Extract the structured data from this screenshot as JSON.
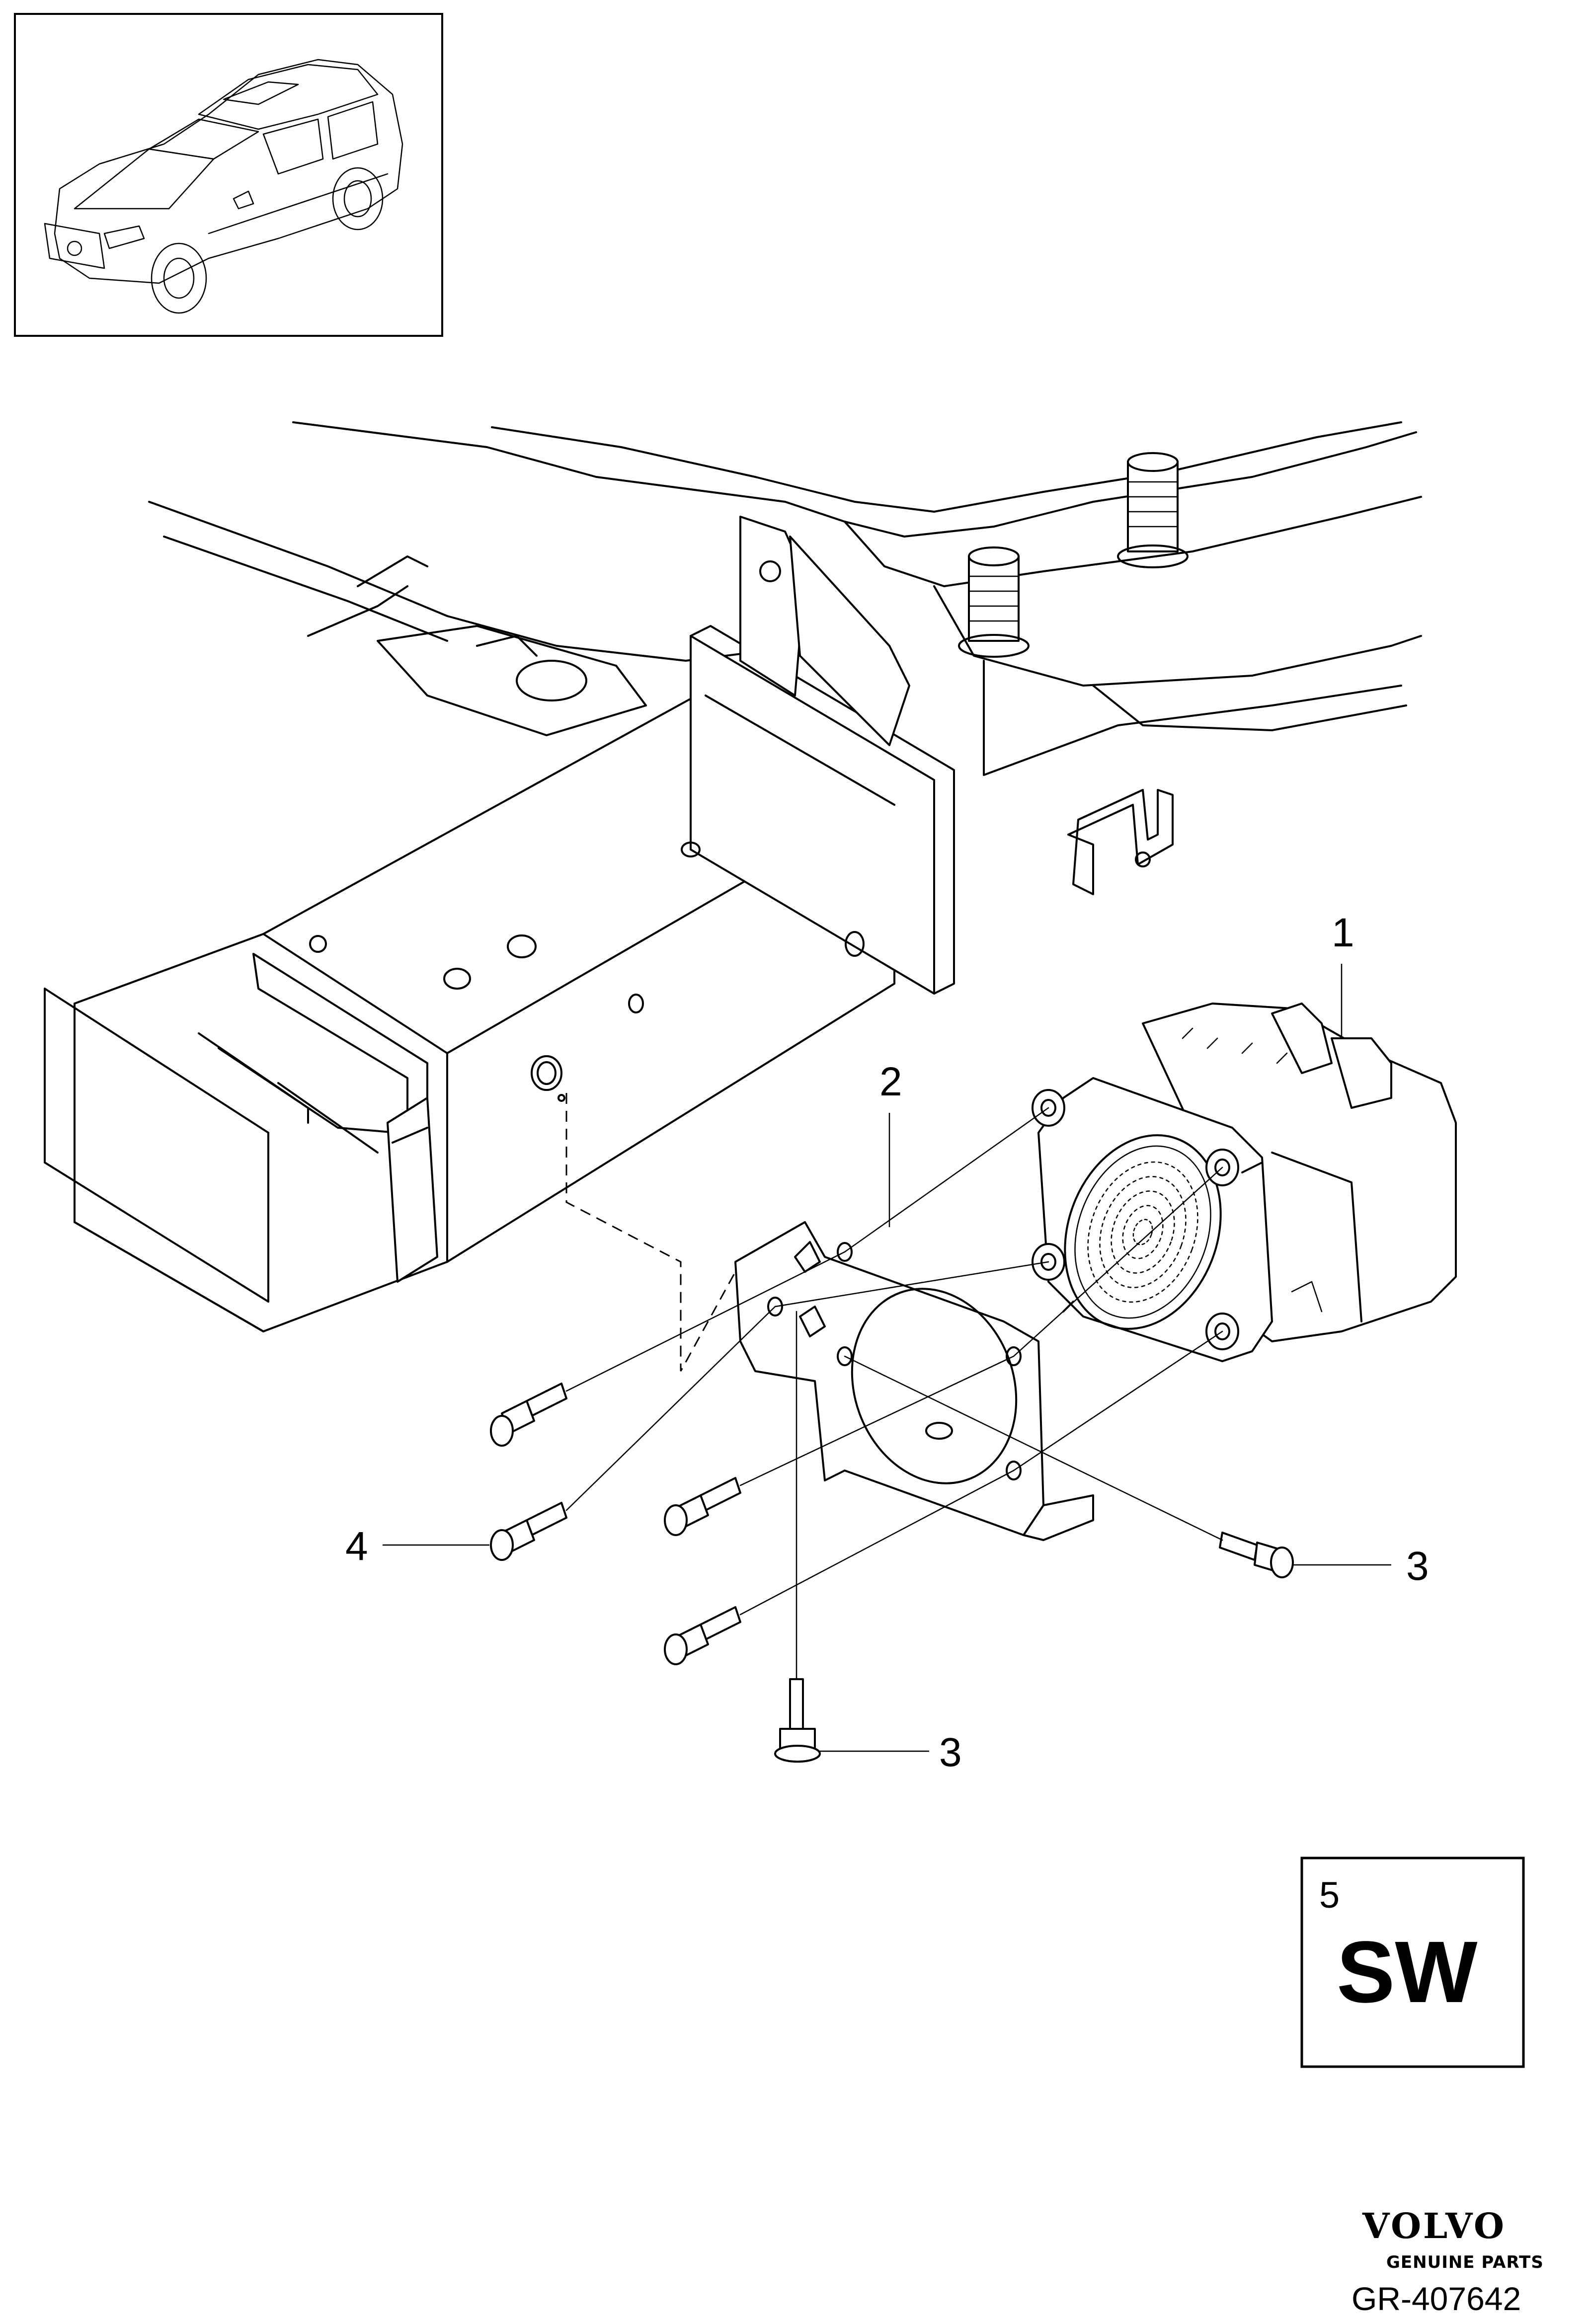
{
  "diagram_id": "GR-407642",
  "brand": {
    "name": "VOLVO",
    "tagline": "GENUINE PARTS"
  },
  "thumbnail": {
    "icon": "car-icon",
    "description_hidden": true
  },
  "callouts": [
    {
      "id": "c1",
      "text": "1"
    },
    {
      "id": "c2",
      "text": "2"
    },
    {
      "id": "c3a",
      "text": "3"
    },
    {
      "id": "c3b",
      "text": "3"
    },
    {
      "id": "c4",
      "text": "4"
    }
  ],
  "sw_box": {
    "number": "5",
    "code": "SW"
  }
}
